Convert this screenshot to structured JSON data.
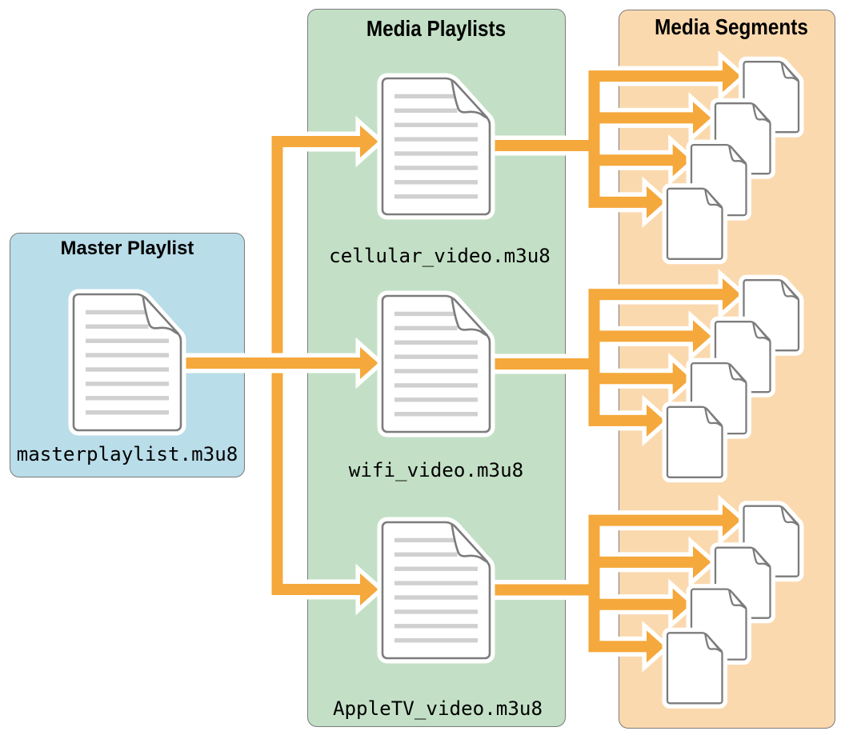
{
  "diagram": {
    "type": "flow-diagram",
    "subject": "HTTP Live Streaming playlist structure",
    "background_color": "#ffffff",
    "arrow_color": "#f5a83b",
    "panel_border_color": "#7b7b7b",
    "doc_border_color": "#7c7c7c",
    "doc_line_color": "#d0d0d0",
    "panels": {
      "master": {
        "title": "Master Playlist",
        "fill": "#b9dde9",
        "file": "masterplaylist.m3u8"
      },
      "playlists": {
        "title": "Media Playlists",
        "fill": "#c3e0c6",
        "files": [
          "cellular_video.m3u8",
          "wifi_video.m3u8",
          "AppleTV_video.m3u8"
        ]
      },
      "segments": {
        "title": "Media Segments",
        "fill": "#fbd9ae",
        "groups": [
          {
            "source": "cellular_video.m3u8",
            "segment_count": 4
          },
          {
            "source": "wifi_video.m3u8",
            "segment_count": 4
          },
          {
            "source": "AppleTV_video.m3u8",
            "segment_count": 4
          }
        ]
      }
    },
    "links": [
      {
        "from": "masterplaylist.m3u8",
        "to": "cellular_video.m3u8"
      },
      {
        "from": "masterplaylist.m3u8",
        "to": "wifi_video.m3u8"
      },
      {
        "from": "masterplaylist.m3u8",
        "to": "AppleTV_video.m3u8"
      },
      {
        "from": "cellular_video.m3u8",
        "to": "4 media segments"
      },
      {
        "from": "wifi_video.m3u8",
        "to": "4 media segments"
      },
      {
        "from": "AppleTV_video.m3u8",
        "to": "4 media segments"
      }
    ]
  }
}
